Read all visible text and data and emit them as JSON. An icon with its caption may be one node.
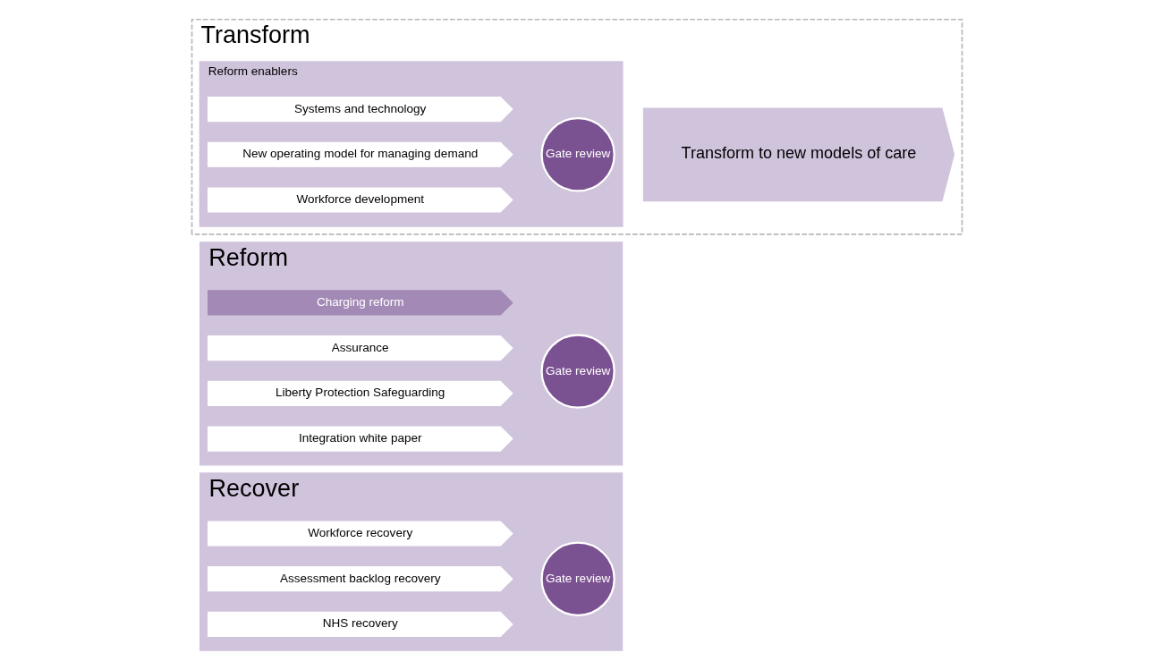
{
  "diagram": {
    "nodes": [
      {
        "text": [
          "Recover"
        ]
      },
      {
        "text": [
          "Workforce recovery"
        ],
        "in": 0
      },
      {
        "text": [
          "Assessment backlog recovery"
        ],
        "in": 0
      },
      {
        "text": [
          "NHS recovery"
        ],
        "in": 0
      },
      {
        "text": [
          "Gate review"
        ],
        "in": 0
      },
      {
        "text": [
          "Reform"
        ]
      },
      {
        "text": [
          "Charging reform"
        ],
        "in": 5
      },
      {
        "text": [
          "Assurance"
        ],
        "in": 5
      },
      {
        "text": [
          "Liberty Protection Safeguarding"
        ],
        "in": 5
      },
      {
        "text": [
          "Integration white paper"
        ],
        "in": 5
      },
      {
        "text": [
          "Gate review"
        ],
        "in": 5
      },
      {
        "text": [
          "Transform"
        ]
      },
      {
        "text": [
          "Reform enablers"
        ],
        "in": 11
      },
      {
        "text": [
          "Systems and technology"
        ],
        "in": 12
      },
      {
        "text": [
          "New operating model for managing demand"
        ],
        "in": 12
      },
      {
        "text": [
          "Workforce development"
        ],
        "in": 12
      },
      {
        "text": [
          "Gate review"
        ],
        "in": 12
      },
      {
        "text": [
          "Transform to new models of care"
        ],
        "in": 11
      }
    ],
    "edges": []
  }
}
